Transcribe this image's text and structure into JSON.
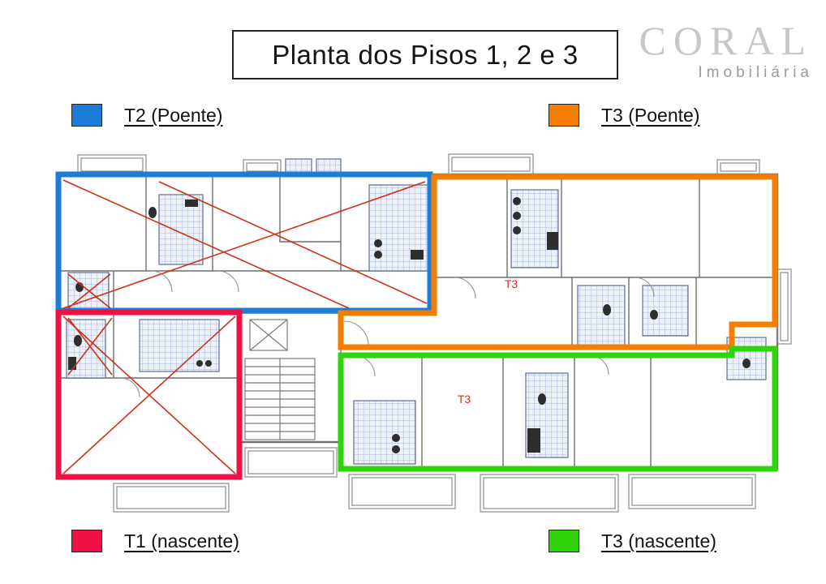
{
  "header": {
    "title": "Planta dos Pisos 1, 2 e 3",
    "logo": {
      "brand": "CORAL",
      "subtitle": "Imobiliária"
    }
  },
  "legend": {
    "t2_poente": {
      "label": "T2 (Poente)",
      "color": "#1d7dd6"
    },
    "t3_poente": {
      "label": "T3 (Poente)",
      "color": "#f57d00"
    },
    "t1_nascente": {
      "label": "T1 (nascente)",
      "color": "#ee1145"
    },
    "t3_nascente": {
      "label": "T3 (nascente)",
      "color": "#2fd40a"
    }
  },
  "plan": {
    "unit_labels": {
      "upper": "T3",
      "lower": "T3"
    },
    "annotation_color": "#d03018",
    "wall_color": "#6e6e6e"
  }
}
